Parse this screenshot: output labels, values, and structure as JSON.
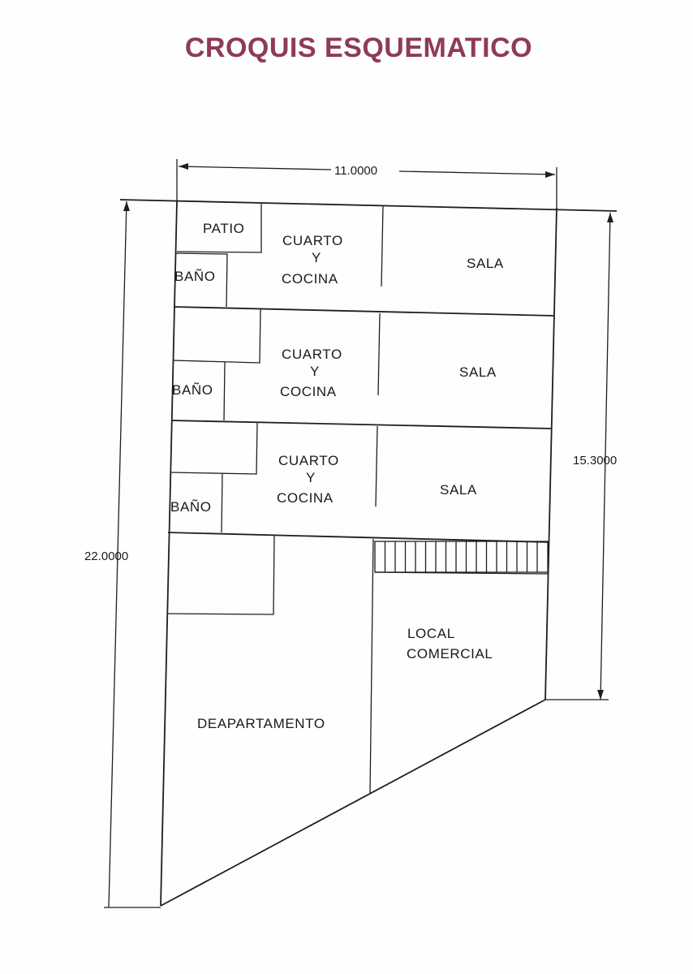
{
  "title": "CROQUIS ESQUEMATICO",
  "dimensions": {
    "top_width": "11.0000",
    "right_height": "15.3000",
    "left_height": "22.0000"
  },
  "floors": [
    {
      "patio": "PATIO",
      "bano": "BAÑO",
      "cuarto_1": "CUARTO",
      "cuarto_2": "Y",
      "cuarto_3": "COCINA",
      "sala": "SALA"
    },
    {
      "bano": "BAÑO",
      "cuarto_1": "CUARTO",
      "cuarto_2": "Y",
      "cuarto_3": "COCINA",
      "sala": "SALA"
    },
    {
      "bano": "BAÑO",
      "cuarto_1": "CUARTO",
      "cuarto_2": "Y",
      "cuarto_3": "COCINA",
      "sala": "SALA"
    }
  ],
  "ground": {
    "local_1": "LOCAL",
    "local_2": "COMERCIAL",
    "departamento": "DEAPARTAMENTO"
  },
  "colors": {
    "title": "#8e3a5a",
    "lines": "#1e1e1e"
  }
}
